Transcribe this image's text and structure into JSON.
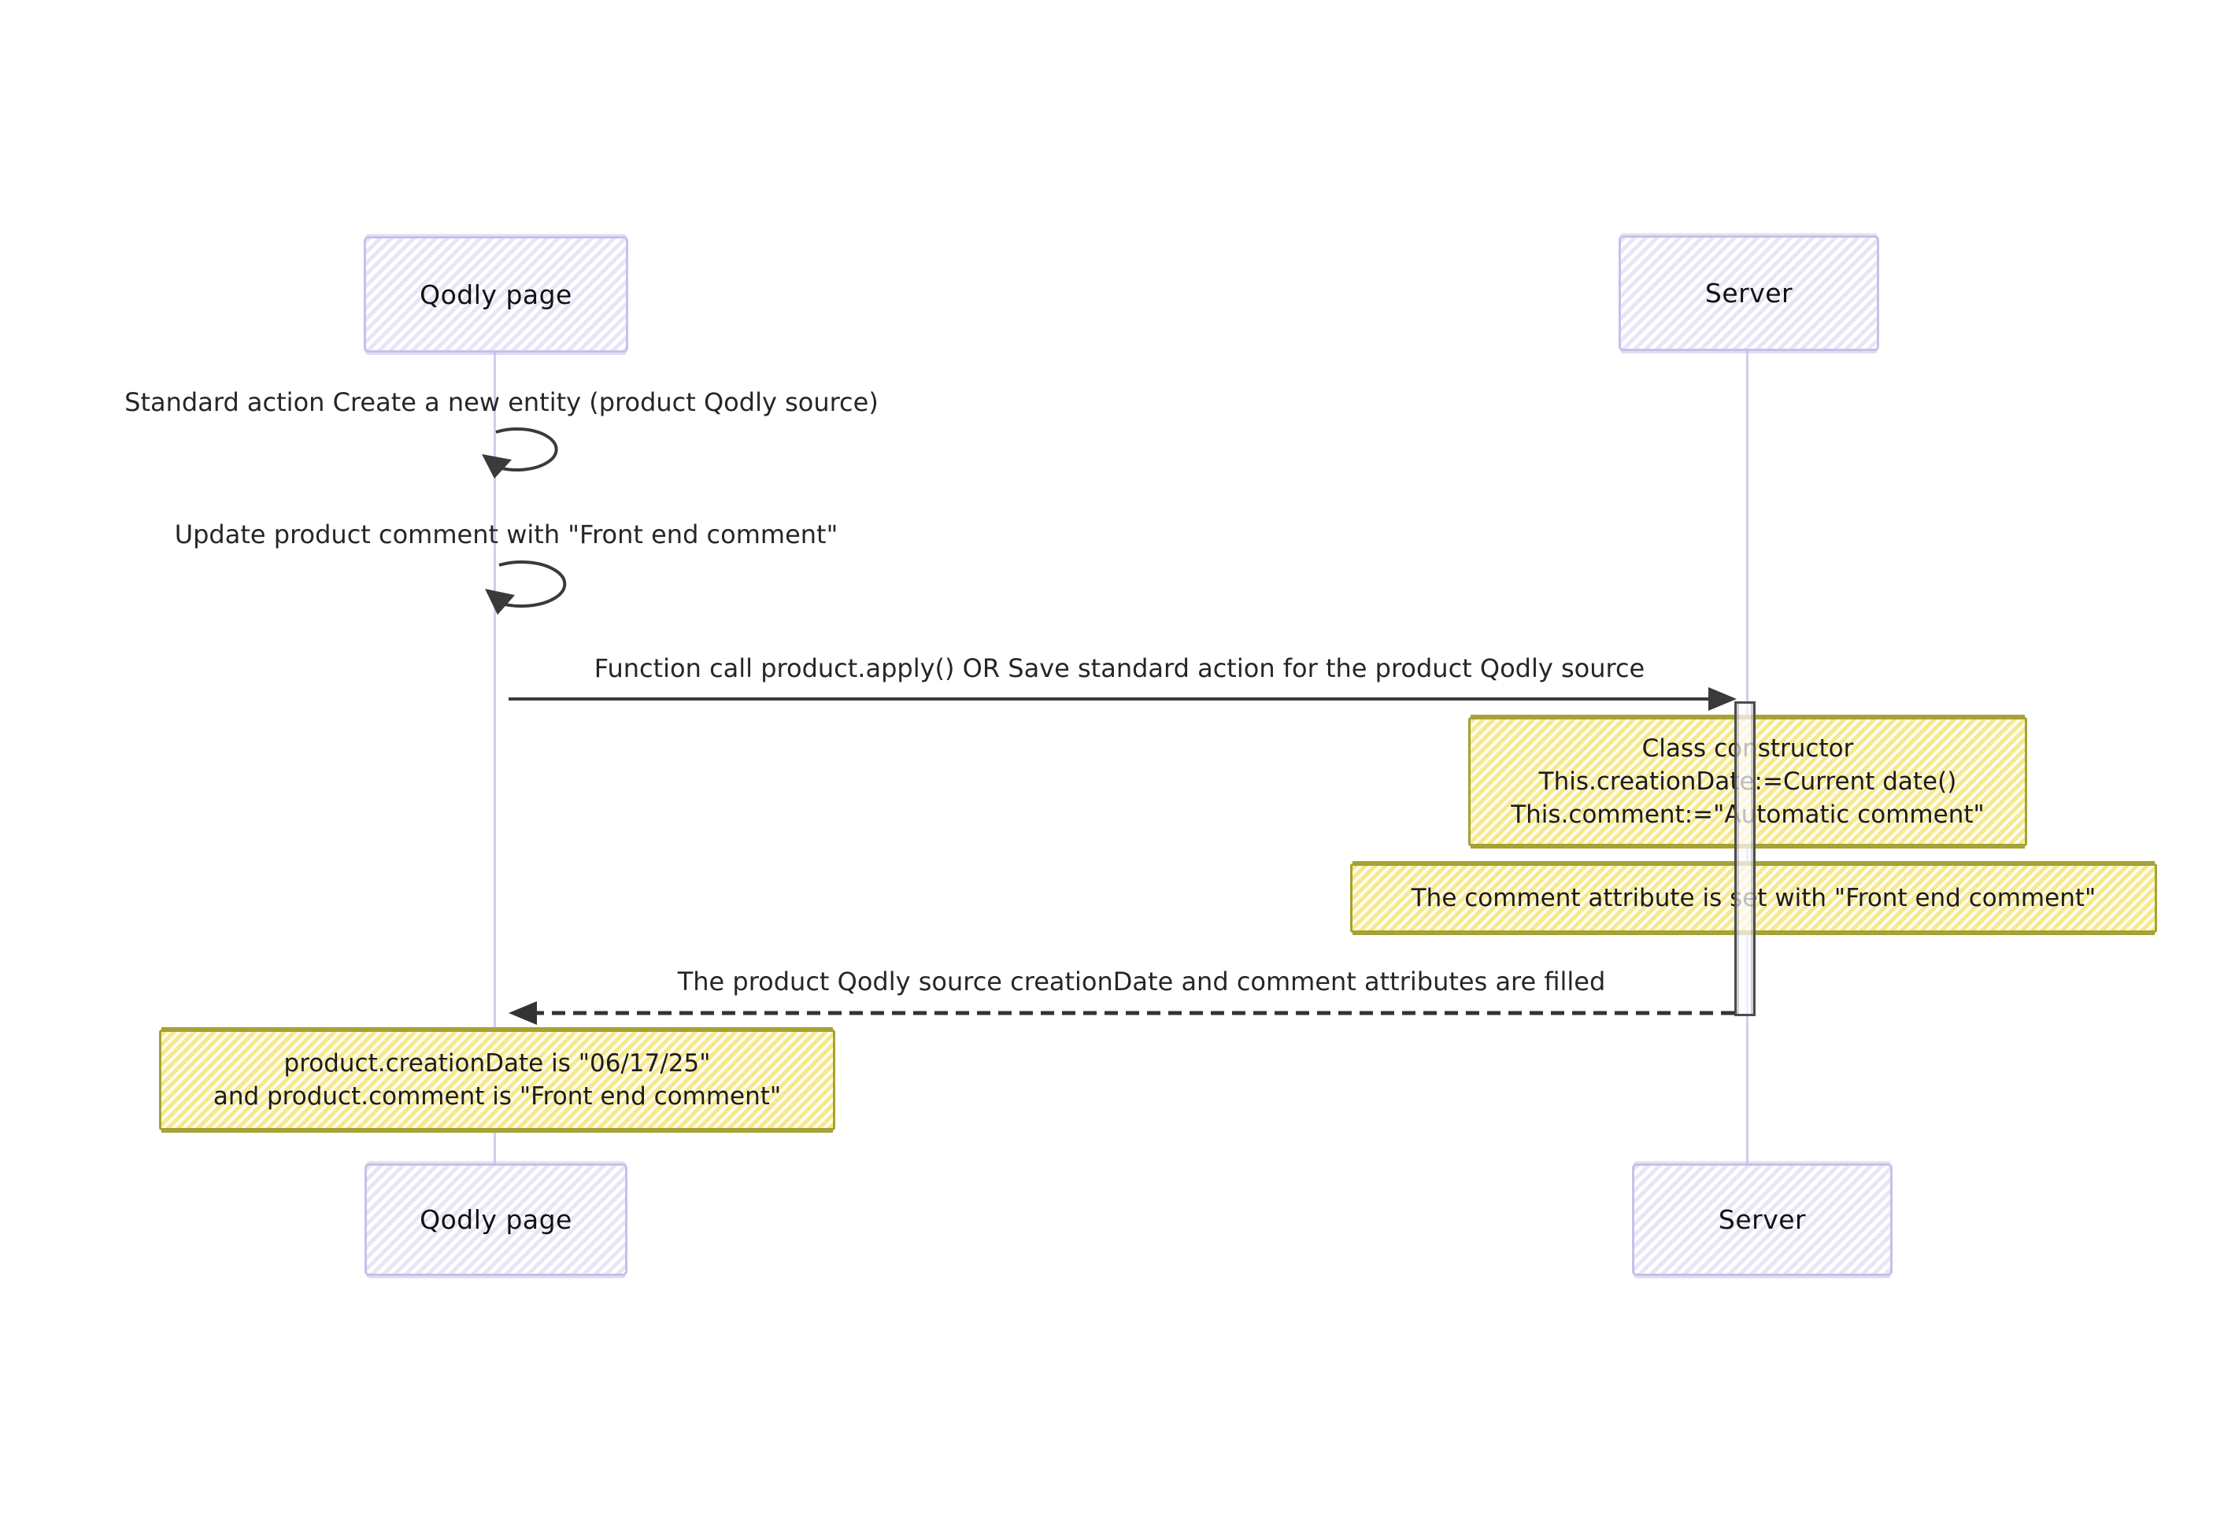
{
  "diagram": {
    "kind": "sequence-diagram",
    "actors": [
      {
        "id": "qodly-page",
        "label": "Qodly page"
      },
      {
        "id": "server",
        "label": "Server"
      }
    ],
    "messages": [
      {
        "type": "self",
        "actor": "qodly-page",
        "label": "Standard action Create a new entity (product Qodly source)"
      },
      {
        "type": "self",
        "actor": "qodly-page",
        "label": "Update product comment with \"Front end comment\""
      },
      {
        "type": "call",
        "from": "qodly-page",
        "to": "server",
        "label": "Function call product.apply() OR Save standard action for the product Qodly source"
      },
      {
        "type": "return",
        "from": "server",
        "to": "qodly-page",
        "label": "The product Qodly source creationDate and comment attributes are filled"
      }
    ],
    "notes": [
      {
        "over": "server",
        "lines": [
          "Class constructor",
          "This.creationDate:=Current date()",
          "This.comment:=\"Automatic comment\""
        ]
      },
      {
        "over": "server",
        "lines": [
          "The comment attribute is set with \"Front end comment\""
        ]
      },
      {
        "over": "qodly-page",
        "lines": [
          "product.creationDate is \"06/17/25\"",
          "and product.comment is \"Front end comment\""
        ]
      }
    ]
  },
  "colors": {
    "actor-stripe": "#e9e5f8",
    "actor-border": "#c9bfe9",
    "lifeline": "#d4cbf0",
    "note-stripe": "#f6e88f",
    "note-border": "#a6a233",
    "ink": "#2e2e2e"
  }
}
